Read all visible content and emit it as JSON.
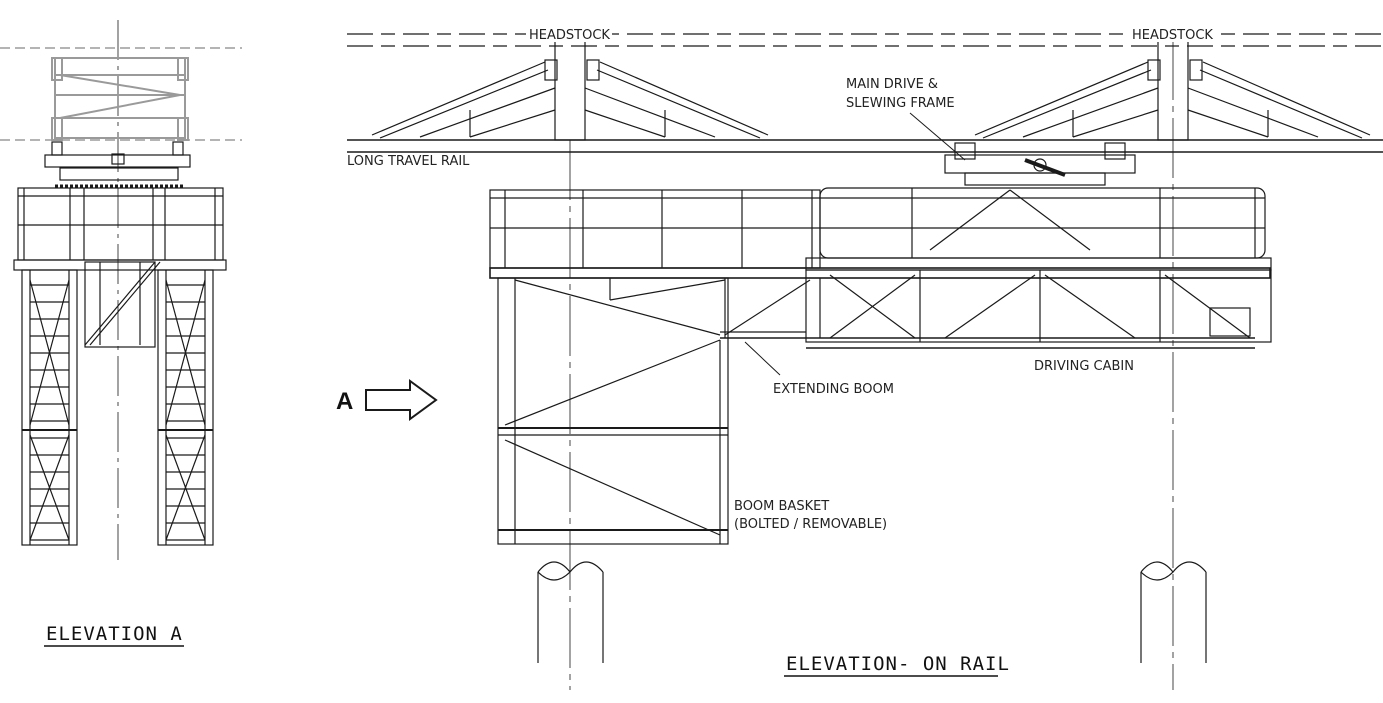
{
  "labels": {
    "headstock_left": "HEADSTOCK",
    "headstock_right": "HEADSTOCK",
    "main_drive_line1": "MAIN DRIVE &",
    "main_drive_line2": "SLEWING FRAME",
    "long_travel_rail": "LONG TRAVEL RAIL",
    "driving_cabin": "DRIVING CABIN",
    "extending_boom": "EXTENDING BOOM",
    "boom_basket_line1": "BOOM BASKET",
    "boom_basket_line2": "(BOLTED / REMOVABLE)",
    "view_arrow": "A"
  },
  "titles": {
    "elevation_a": "ELEVATION A",
    "elevation_on_rail": "ELEVATION- ON RAIL"
  },
  "colors": {
    "line": "#1a1a1a",
    "faint": "#9a9a9a",
    "background": "#ffffff"
  }
}
